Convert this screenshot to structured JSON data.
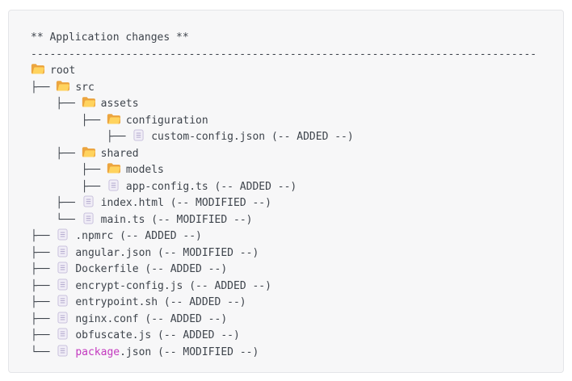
{
  "colors": {
    "page_background": "#ffffff",
    "block_background": "#f7f7f8",
    "block_border": "#e4e5e8",
    "text": "#3e444c",
    "highlight_token": "#c339bf",
    "folder_back": "#ECA53F",
    "folder_front": "#FFD35E",
    "file_fill": "#F1EEF7",
    "file_stroke": "#C9C2DD"
  },
  "codeblock": {
    "header": "** Application changes **",
    "divider": "--------------------------------------------------------------------------------"
  },
  "icons": {
    "folder": "folder-icon",
    "file": "file-icon"
  },
  "tree": {
    "rows": [
      {
        "prefix": "",
        "icon": "folder",
        "name": "root",
        "status": ""
      },
      {
        "prefix": "├── ",
        "icon": "folder",
        "name": "src",
        "status": ""
      },
      {
        "prefix": "    ├── ",
        "icon": "folder",
        "name": "assets",
        "status": ""
      },
      {
        "prefix": "        ├── ",
        "icon": "folder",
        "name": "configuration",
        "status": ""
      },
      {
        "prefix": "            ├── ",
        "icon": "file",
        "name": "custom-config.json",
        "status": " (-- ADDED --)"
      },
      {
        "prefix": "    ├── ",
        "icon": "folder",
        "name": "shared",
        "status": ""
      },
      {
        "prefix": "        ├── ",
        "icon": "folder",
        "name": "models",
        "status": ""
      },
      {
        "prefix": "        ├── ",
        "icon": "file",
        "name": "app-config.ts",
        "status": " (-- ADDED --)"
      },
      {
        "prefix": "    ├── ",
        "icon": "file",
        "name": "index.html",
        "status": " (-- MODIFIED --)"
      },
      {
        "prefix": "    └── ",
        "icon": "file",
        "name": "main.ts",
        "status": " (-- MODIFIED --)"
      },
      {
        "prefix": "├── ",
        "icon": "file",
        "name": ".npmrc",
        "status": " (-- ADDED --)"
      },
      {
        "prefix": "├── ",
        "icon": "file",
        "name": "angular.json",
        "status": " (-- MODIFIED --)"
      },
      {
        "prefix": "├── ",
        "icon": "file",
        "name": "Dockerfile",
        "status": " (-- ADDED --)"
      },
      {
        "prefix": "├── ",
        "icon": "file",
        "name": "encrypt-config.js",
        "status": " (-- ADDED --)"
      },
      {
        "prefix": "├── ",
        "icon": "file",
        "name": "entrypoint.sh",
        "status": " (-- ADDED --)"
      },
      {
        "prefix": "├── ",
        "icon": "file",
        "name": "nginx.conf",
        "status": " (-- ADDED --)"
      },
      {
        "prefix": "├── ",
        "icon": "file",
        "name": "obfuscate.js",
        "status": " (-- ADDED --)"
      },
      {
        "prefix": "└── ",
        "icon": "file",
        "name_highlight": "package",
        "name_rest": ".json",
        "status": " (-- MODIFIED --)"
      }
    ]
  }
}
